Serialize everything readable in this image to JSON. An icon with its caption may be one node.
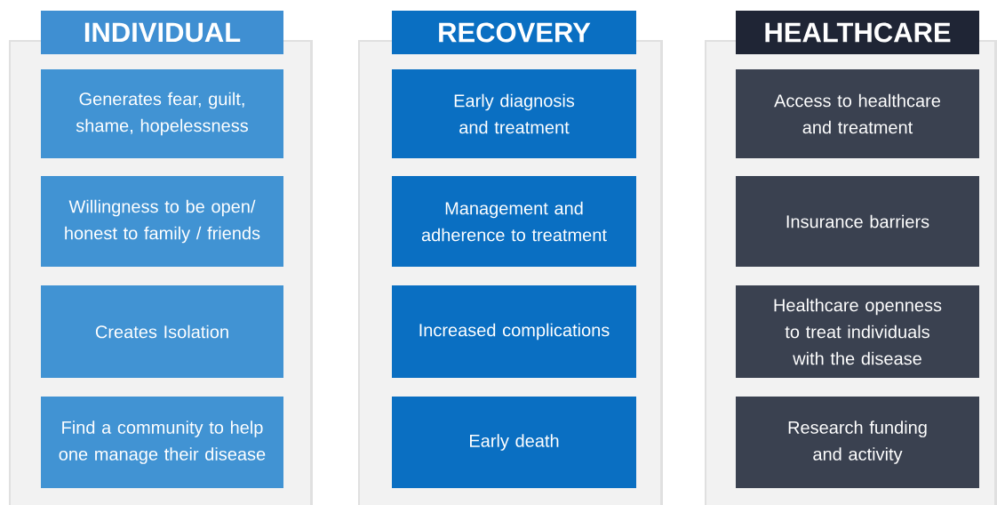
{
  "diagram": {
    "nodes": [
      {
        "text": [
          "INDIVIDUAL"
        ]
      },
      {
        "text": [
          "Generates fear, guilt, shame, hopelessness"
        ]
      },
      {
        "text": [
          "Willingness to be open/ honest to family / friends"
        ]
      },
      {
        "text": [
          "Creates Isolation"
        ]
      },
      {
        "text": [
          "Find a community to help one manage their disease"
        ]
      },
      {
        "text": [
          "RECOVERY"
        ]
      },
      {
        "text": [
          "Early diagnosis and treatment"
        ]
      },
      {
        "text": [
          "Management and adherence to treatment"
        ]
      },
      {
        "text": [
          "Increased complications"
        ]
      },
      {
        "text": [
          "Early death"
        ]
      },
      {
        "text": [
          "HEALTHCARE"
        ]
      },
      {
        "text": [
          "Access to healthcare and treatment"
        ]
      },
      {
        "text": [
          "Insurance barriers"
        ]
      },
      {
        "text": [
          "Healthcare openness to treat individuals with the disease"
        ]
      },
      {
        "text": [
          "Research funding and activity"
        ]
      }
    ]
  }
}
